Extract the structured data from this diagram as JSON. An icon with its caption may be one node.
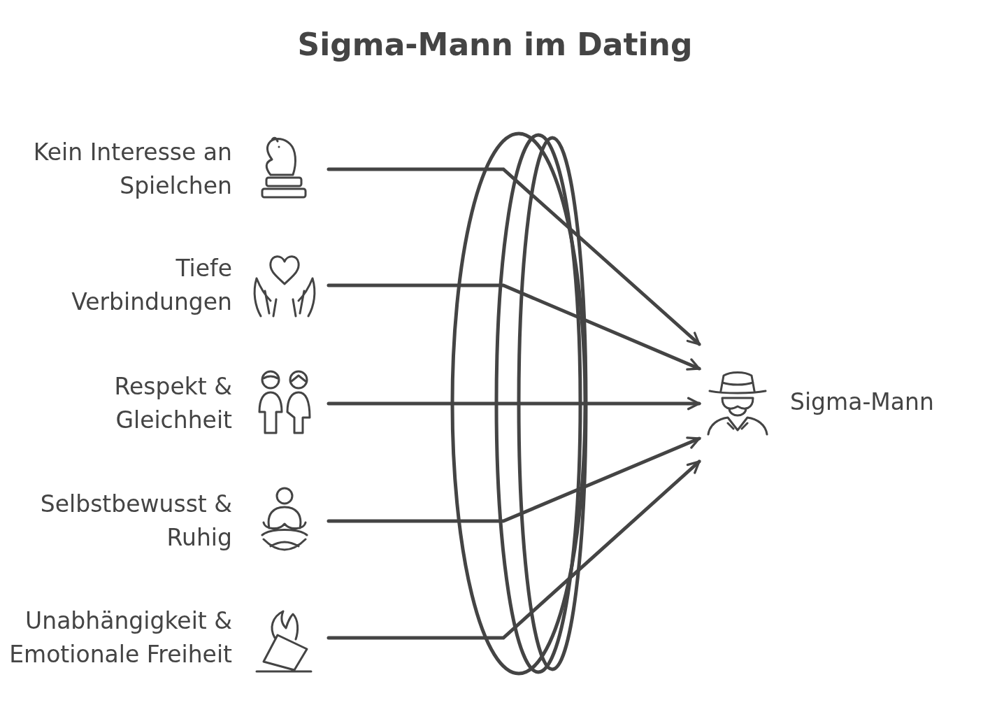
{
  "diagram": {
    "title": "Sigma-Mann im Dating",
    "nodes": [
      {
        "text": [
          "Kein Interesse an Spielchen"
        ]
      },
      {
        "text": [
          "Tiefe Verbindungen"
        ]
      },
      {
        "text": [
          "Respekt & Gleichheit"
        ]
      },
      {
        "text": [
          "Selbstbewusst & Ruhig"
        ]
      },
      {
        "text": [
          "Unabhängigkeit & Emotionale Freiheit"
        ]
      },
      {
        "text": [
          "Sigma-Mann"
        ]
      }
    ],
    "edges": [
      {
        "from": 0,
        "to": 5,
        "arrow": "to"
      },
      {
        "from": 1,
        "to": 5,
        "arrow": "to"
      },
      {
        "from": 2,
        "to": 5,
        "arrow": "to"
      },
      {
        "from": 3,
        "to": 5,
        "arrow": "to"
      },
      {
        "from": 4,
        "to": 5,
        "arrow": "to"
      }
    ]
  }
}
